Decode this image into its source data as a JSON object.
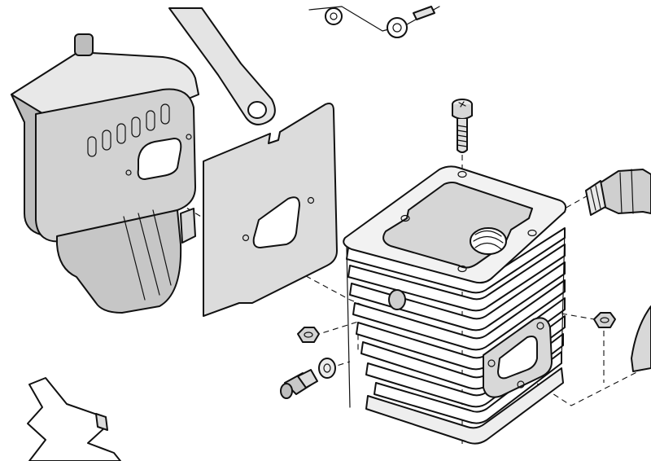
{
  "diagram": {
    "colors": {
      "background": "#ffffff",
      "line": "#111111",
      "part_fill": "#d2d2d2",
      "part_fill_dark": "#a9a9a9",
      "part_fill_light": "#ececec"
    },
    "parts": [
      {
        "id": "muffler",
        "icon": "muffler-icon"
      },
      {
        "id": "muffler-gasket",
        "icon": "gasket-plate-icon"
      },
      {
        "id": "cylinder",
        "icon": "finned-cylinder-icon"
      },
      {
        "id": "cylinder-screw",
        "icon": "socket-screw-icon"
      },
      {
        "id": "spark-plug",
        "icon": "spark-plug-icon"
      },
      {
        "id": "hex-nut-left",
        "icon": "hex-nut-icon"
      },
      {
        "id": "hex-nut-right",
        "icon": "hex-nut-icon"
      },
      {
        "id": "washer",
        "icon": "washer-icon"
      },
      {
        "id": "decompression-valve",
        "icon": "valve-icon"
      },
      {
        "id": "intake-flange",
        "icon": "flange-gasket-icon"
      },
      {
        "id": "handle-bar",
        "icon": "handle-bar-icon"
      },
      {
        "id": "linkage",
        "icon": "linkage-icon"
      },
      {
        "id": "crankcase-fragment",
        "icon": "crankcase-icon"
      }
    ]
  }
}
